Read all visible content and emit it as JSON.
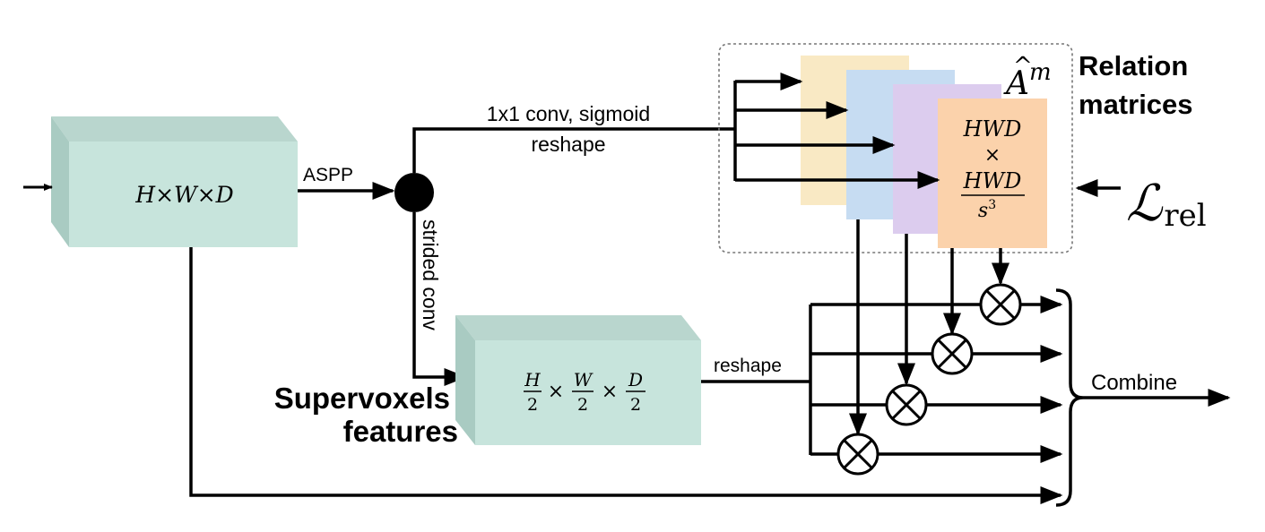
{
  "input_tensor": {
    "label": "H×W×D"
  },
  "supervoxel_tensor": {
    "H": "H",
    "W": "W",
    "D": "D",
    "den": "2",
    "times": "×"
  },
  "edge_labels": {
    "aspp": "ASPP",
    "conv_line1": "1x1 conv, sigmoid",
    "conv_line2": "reshape",
    "strided_conv": "strided conv",
    "reshape": "reshape",
    "combine": "Combine"
  },
  "supervoxels_title": {
    "line1": "Supervoxels",
    "line2": "features"
  },
  "relation": {
    "symbol_base": "A",
    "symbol_hat": "^",
    "symbol_sup": "m",
    "title_line1": "Relation",
    "title_line2": "matrices",
    "matrix_line1": "HWD",
    "matrix_times": "×",
    "matrix_num": "HWD",
    "matrix_den_base": "s",
    "matrix_den_exp": "3"
  },
  "loss": {
    "symbol": "ℒ",
    "subscript": "rel"
  },
  "colors": {
    "tensor_front": "#c7e4dc",
    "tensor_side": "#a9cbc2",
    "tensor_top": "#b9d6ce",
    "layer1": "#f9e9c4",
    "layer2": "#c6dcf2",
    "layer3": "#dcccee",
    "layer4": "#fbd2ab"
  }
}
